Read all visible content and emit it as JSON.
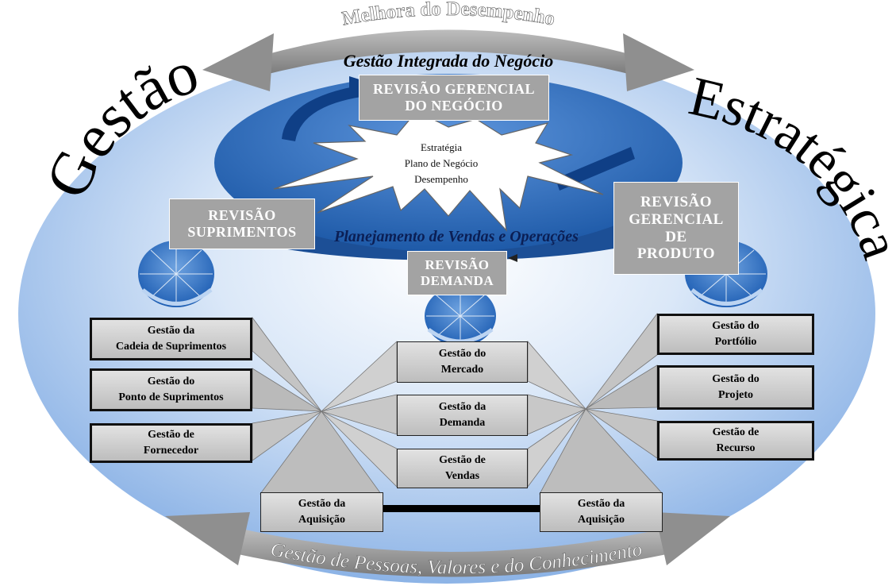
{
  "top_arrow": {
    "label": "Melhora do Desempenho"
  },
  "integrated": {
    "label": "Gestão Integrada do Negócio"
  },
  "left_word": "Gestão",
  "right_word": "Estratégica",
  "bottom_arrow": {
    "label": "Gestão de Pessoas, Valores e do Conhecimento"
  },
  "center": {
    "review_business": [
      "REVISÃO GERENCIAL",
      "DO NEGÓCIO"
    ],
    "burst": [
      "Estratégia",
      "Plano de Negócio",
      "Desempenho"
    ],
    "sop_label": "Planejamento de Vendas e Operações"
  },
  "reviews": {
    "supply": [
      "REVISÃO",
      "SUPRIMENTOS"
    ],
    "demand": [
      "REVISÃO",
      "DEMANDA"
    ],
    "product": [
      "REVISÃO",
      "GERENCIAL",
      "DE",
      "PRODUTO"
    ]
  },
  "left_boxes": [
    [
      "Gestão da",
      "Cadeia de Suprimentos"
    ],
    [
      "Gestão do",
      "Ponto de Suprimentos"
    ],
    [
      "Gestão de",
      "Fornecedor"
    ]
  ],
  "center_boxes": [
    [
      "Gestão do",
      "Mercado"
    ],
    [
      "Gestão da",
      "Demanda"
    ],
    [
      "Gestão de",
      "Vendas"
    ]
  ],
  "right_boxes": [
    [
      "Gestão do",
      "Portfólio"
    ],
    [
      "Gestão do",
      "Projeto"
    ],
    [
      "Gestão de",
      "Recurso"
    ]
  ],
  "acquisition_left": [
    "Gestão da",
    "Aquisição"
  ],
  "acquisition_right": [
    "Gestão da",
    "Aquisição"
  ],
  "colors": {
    "oval_light": "#e9f1fb",
    "oval_dark": "#8cb3e6",
    "disk": "#2f6fc4",
    "arrow_grey": "#8f8f8f",
    "box_grey": "#c8c8c8",
    "review_grey": "#a3a3a3"
  }
}
